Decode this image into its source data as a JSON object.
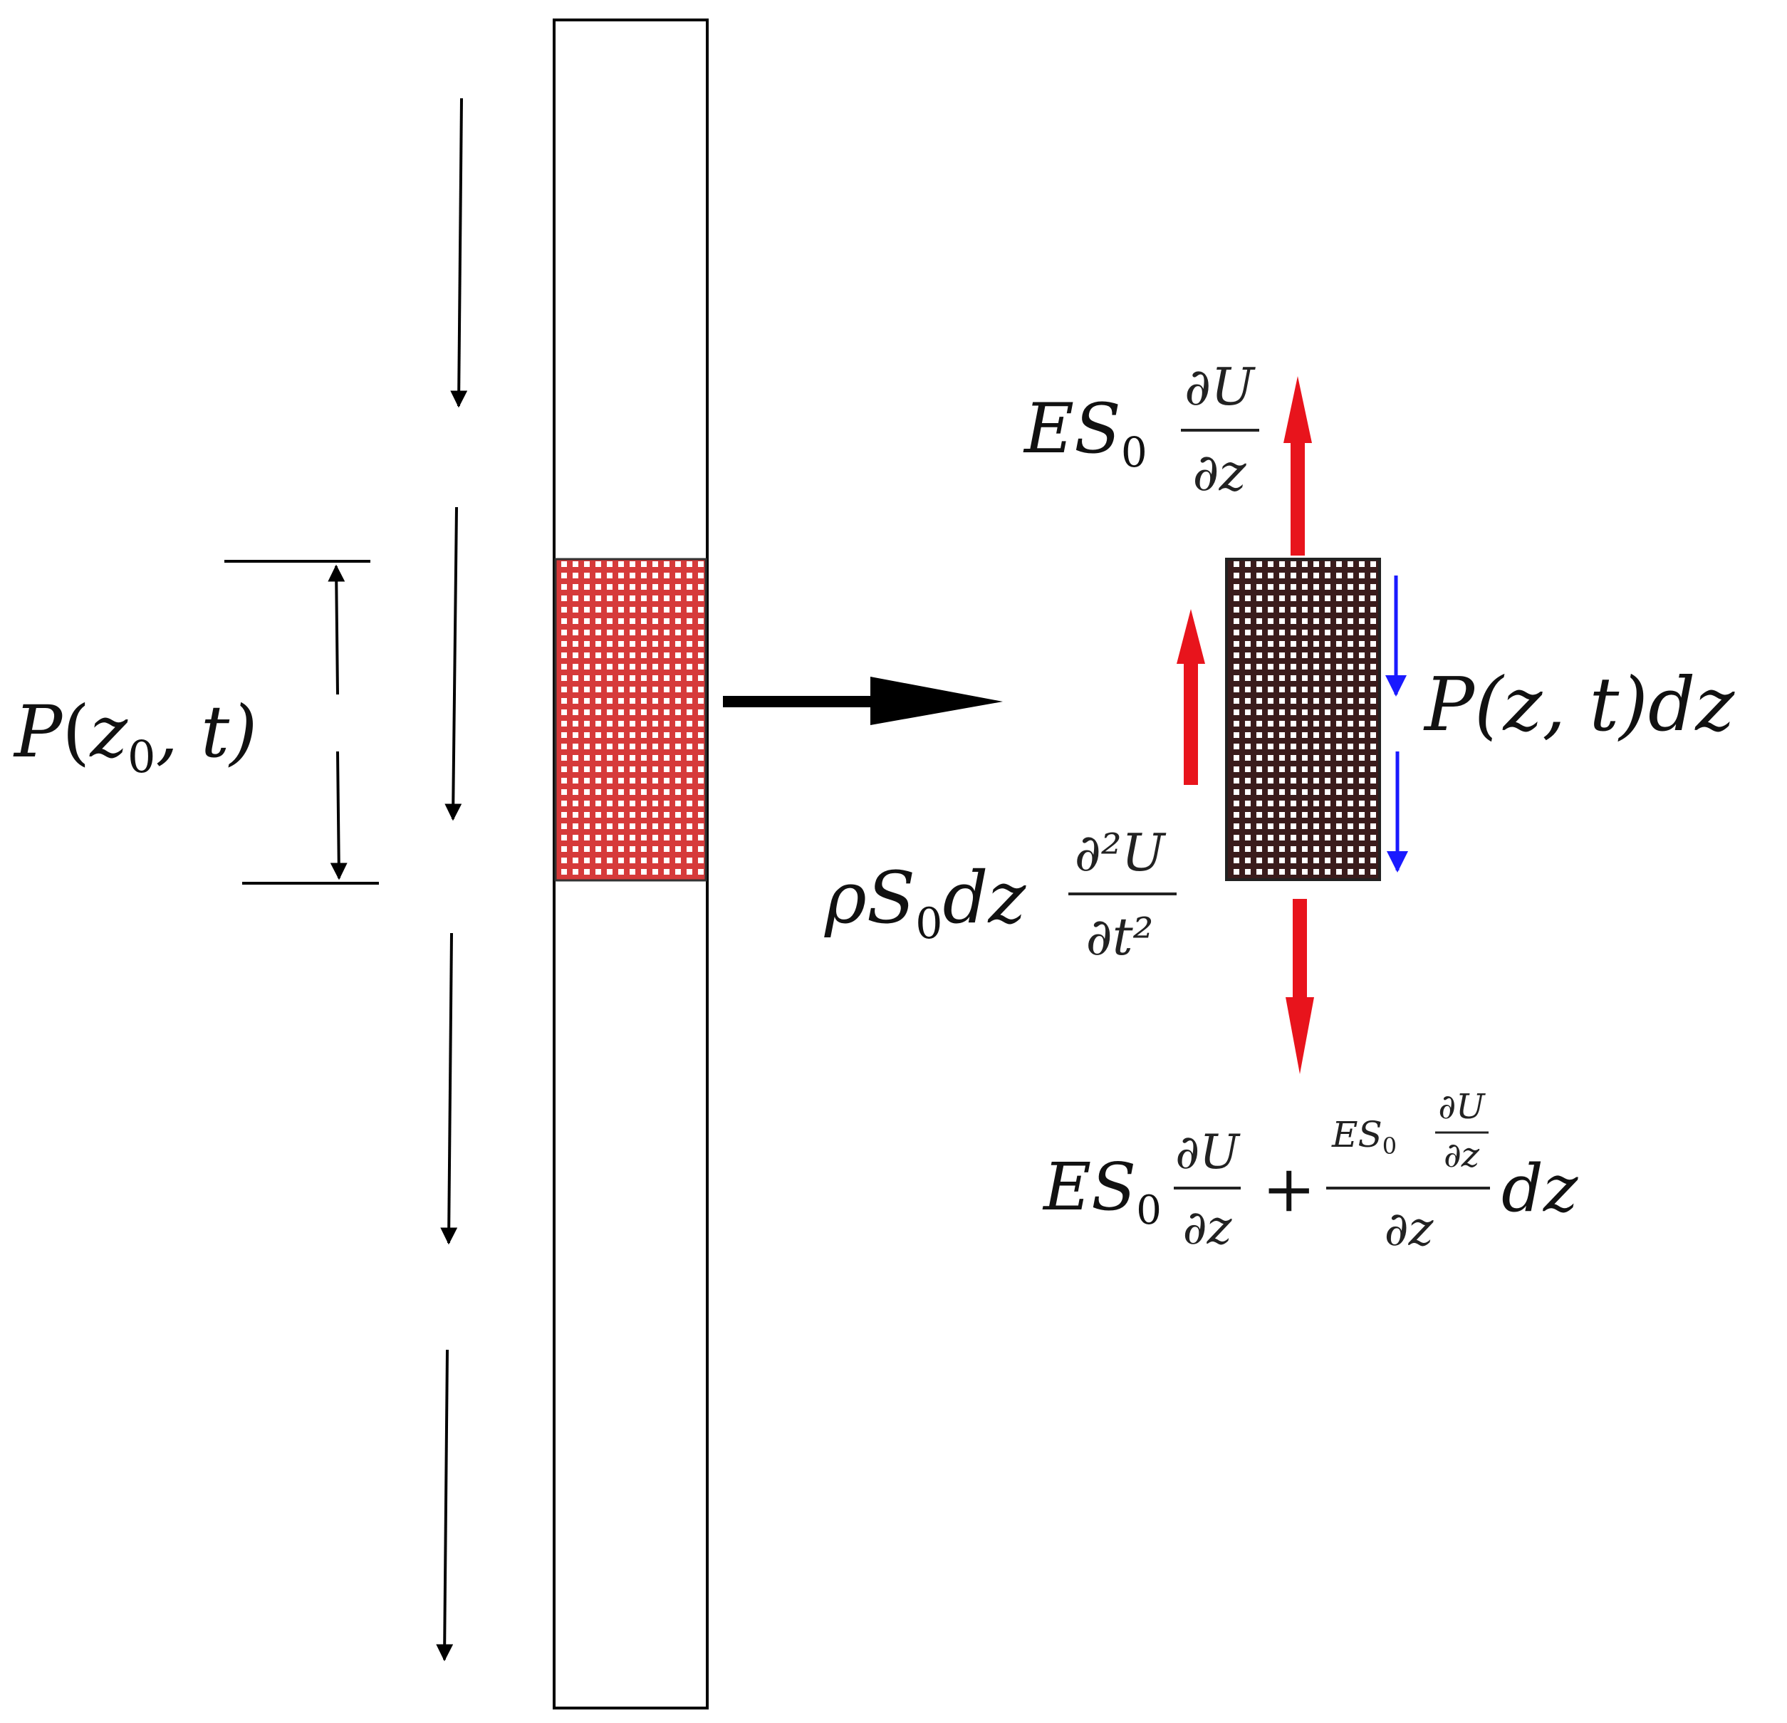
{
  "labels": {
    "left_load": {
      "P": "P",
      "open": "(",
      "z": "z",
      "sub0": "0",
      "rest": ", t)"
    },
    "top_force": {
      "lead": "ES",
      "sub0": "0",
      "num": "∂U",
      "den": "∂z"
    },
    "inertia": {
      "lead": "ρS",
      "sub0": "0",
      "mid": "dz",
      "num": "∂²U",
      "den": "∂t²"
    },
    "distributed_load": {
      "text": "P(z, t)dz"
    },
    "bottom_force": {
      "lead": "ES",
      "sub0": "0",
      "num1": "∂U",
      "den1": "∂z",
      "plus": "+",
      "inner_lead": "ES",
      "inner_sub0": "0",
      "inner_num": "∂U",
      "inner_den": "∂z",
      "den2": "∂z",
      "tail": "dz"
    }
  },
  "colors": {
    "line": "#000000",
    "element_fill": "#d63a3a",
    "element_fill_dark": "#3a1c1c",
    "red_arrow": "#e8141c",
    "blue_arrow": "#1a1aff"
  }
}
